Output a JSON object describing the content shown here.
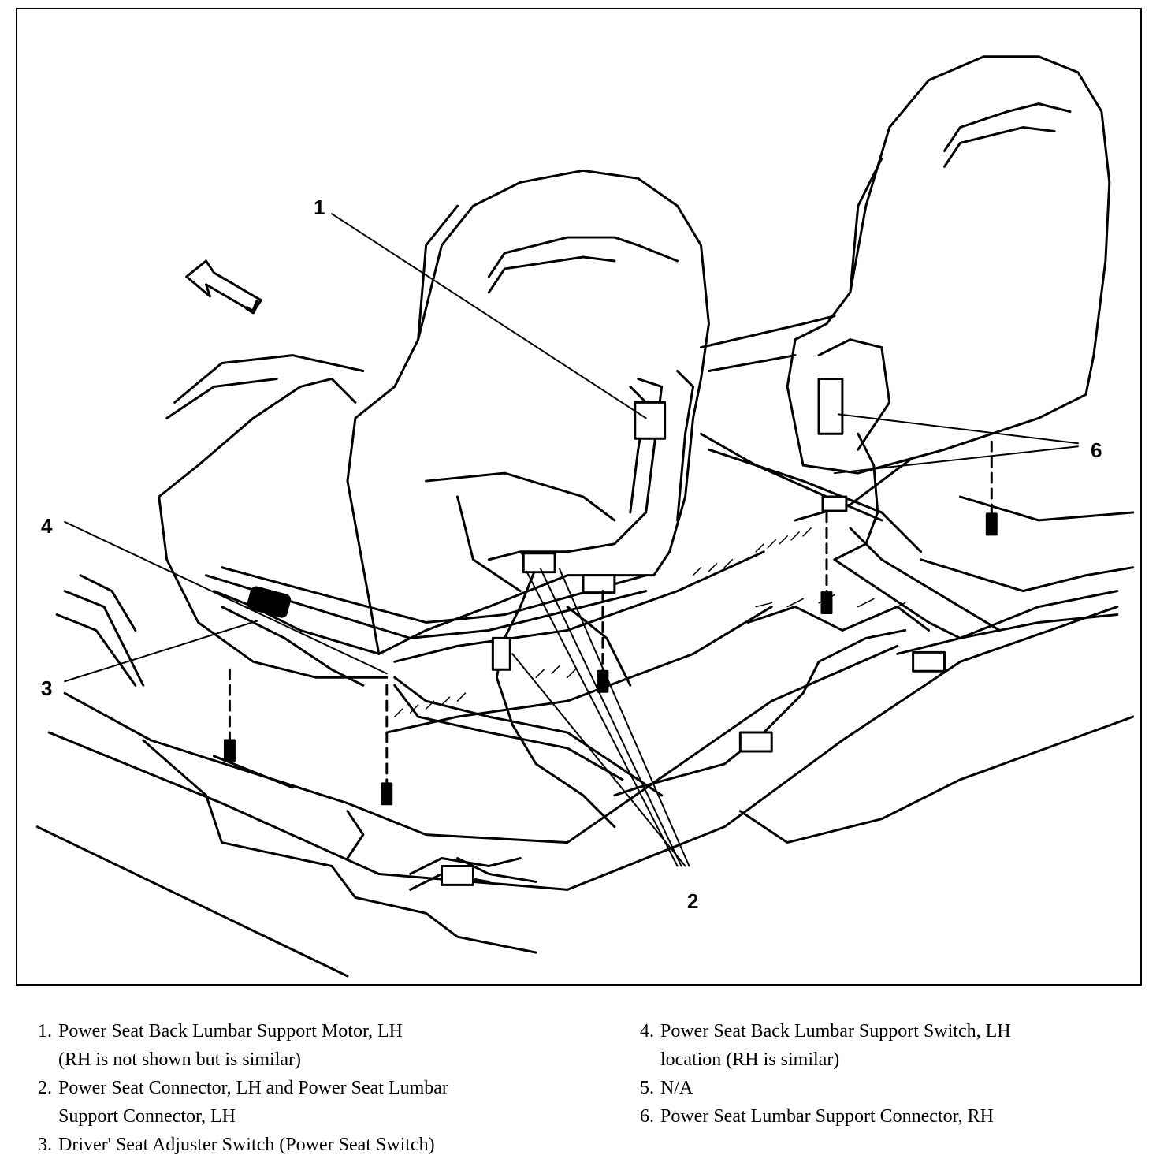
{
  "callouts": {
    "c1": "1",
    "c2": "2",
    "c3": "3",
    "c4": "4",
    "c6": "6"
  },
  "legend": {
    "left": [
      {
        "num": "1.",
        "text": "Power Seat Back Lumbar Support Motor, LH\n(RH is not shown but is similar)"
      },
      {
        "num": "2.",
        "text": "Power Seat Connector, LH and Power Seat Lumbar\nSupport Connector, LH"
      },
      {
        "num": "3.",
        "text": "Driver' Seat Adjuster Switch (Power Seat Switch)"
      }
    ],
    "right": [
      {
        "num": "4.",
        "text": "Power Seat Back Lumbar Support Switch, LH\nlocation (RH is similar)"
      },
      {
        "num": "5.",
        "text": "N/A"
      },
      {
        "num": "6.",
        "text": "Power Seat Lumbar Support Connector, RH"
      }
    ]
  }
}
